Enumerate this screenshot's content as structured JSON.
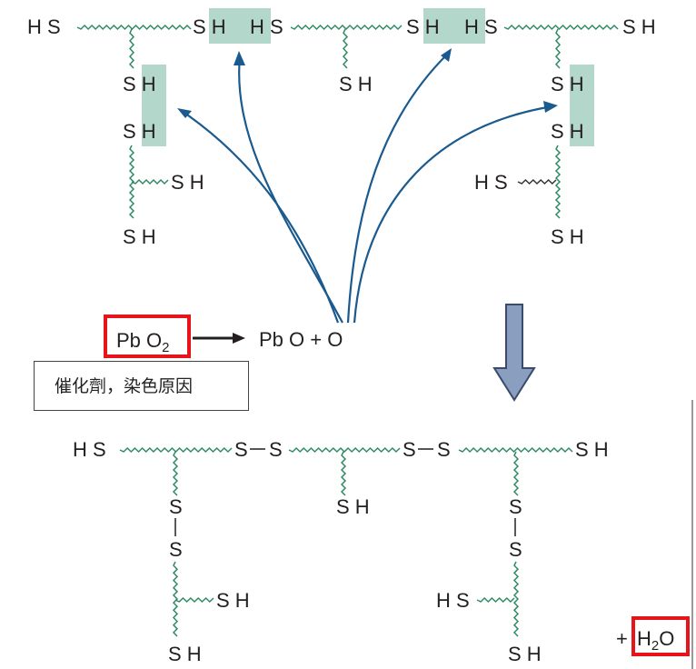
{
  "labels": {
    "sh": "S H",
    "hs": "H S",
    "s": "S",
    "s_mid": "S",
    "h": "H",
    "dash": "–"
  },
  "reaction": {
    "reactant": "Pb O",
    "reactant_sub": "2",
    "products": "Pb O + O"
  },
  "caption": "催化劑，染色原因",
  "water": {
    "plus": "+",
    "h": "H",
    "sub": "2",
    "o": "O"
  },
  "colors": {
    "chain": "#2e8b64",
    "highlight": "#b3d8cb",
    "arrow": "#1a5a8e",
    "box": "#e8141b",
    "down_arrow": "#8a9ec0"
  }
}
